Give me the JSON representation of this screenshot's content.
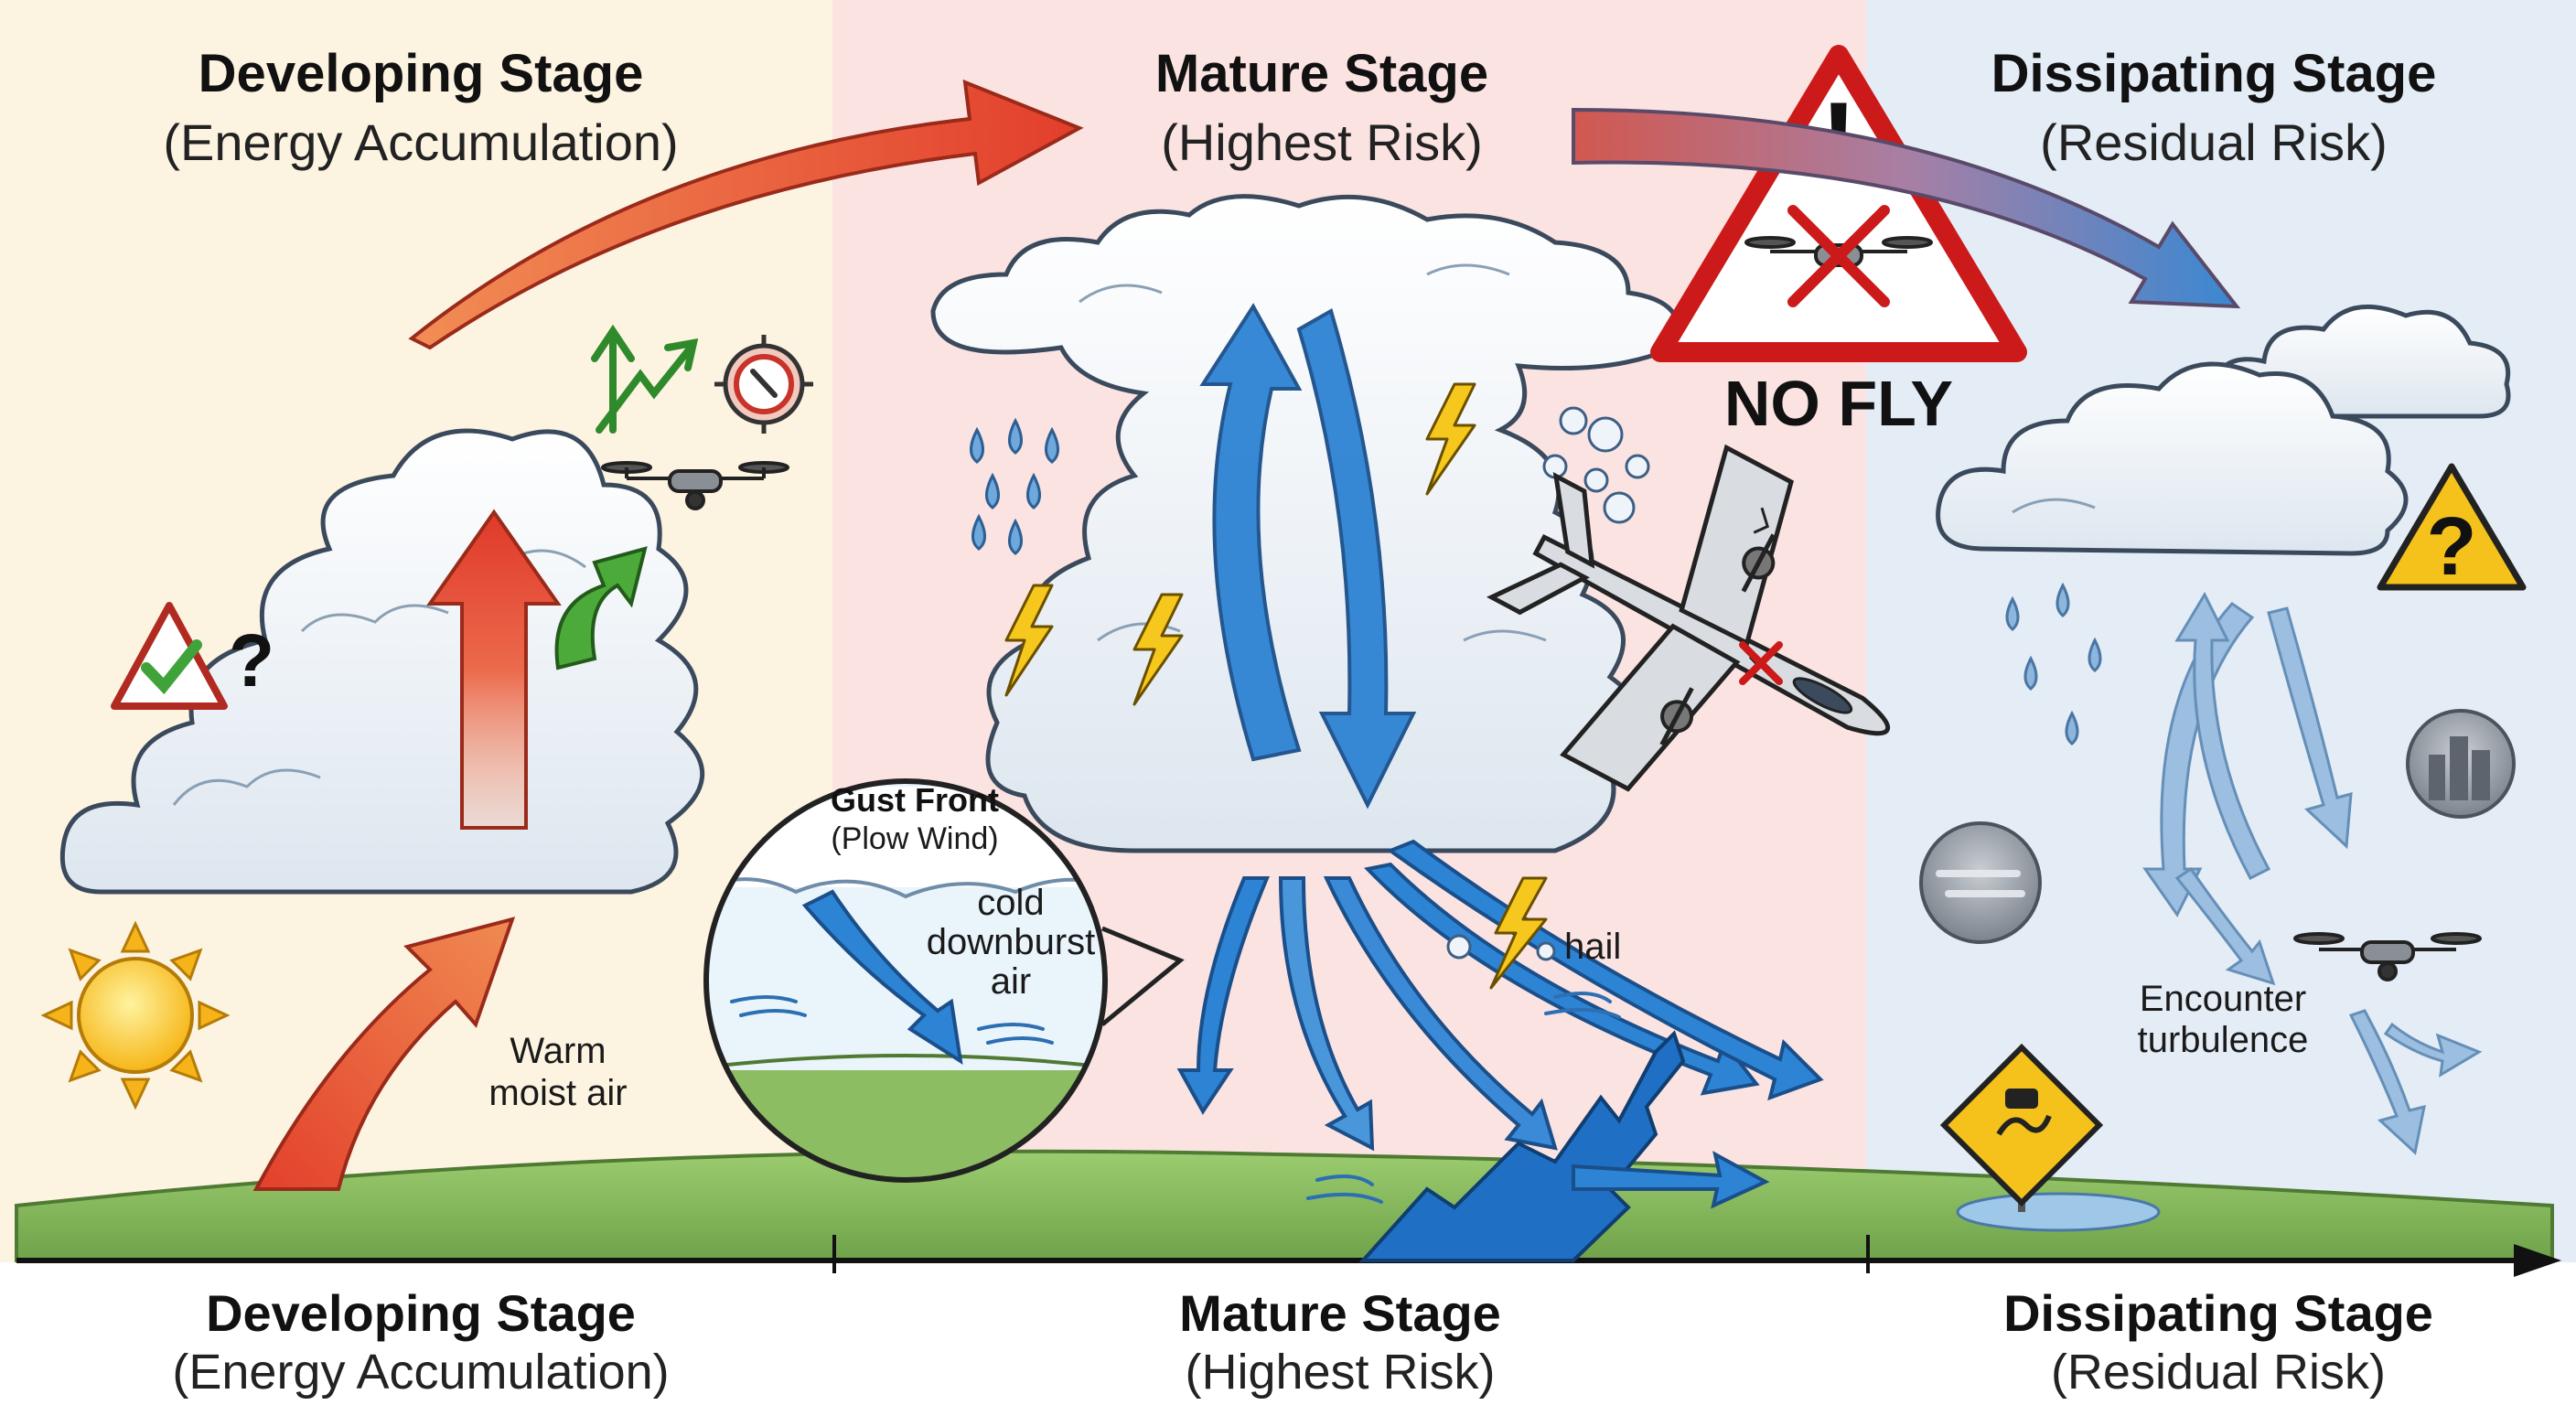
{
  "stages": [
    {
      "title": "Developing Stage",
      "subtitle": "(Energy Accumulation)"
    },
    {
      "title": "Mature Stage",
      "subtitle": "(Highest Risk)"
    },
    {
      "title": "Dissipating Stage",
      "subtitle": "(Residual Risk)"
    }
  ],
  "labels": {
    "warm_air": [
      "Warm",
      "moist air"
    ],
    "gust_front_title": "Gust Front",
    "gust_front_sub": "(Plow Wind)",
    "cold_air": [
      "cold",
      "downburst",
      "air"
    ],
    "hail": "hail",
    "no_fly": "NO FLY",
    "encounter": [
      "Encounter",
      "turbulence"
    ]
  },
  "glyphs": {
    "warning_exclamation": "!",
    "question": "?"
  },
  "colors": {
    "developing_bg": "#fdf3e1",
    "mature_bg": "#fbe3e2",
    "dissipating_bg": "#e4ecf6",
    "warm_arrow": "#e0452f",
    "downdraft": "#1f74c9",
    "no_fly_red": "#cc1a1a",
    "ground": "#8cbd62"
  },
  "icons": [
    "sun-icon",
    "check-warning-icon",
    "drone-icon",
    "target-gauge-icon",
    "growth-arrows-icon",
    "lightning-icon",
    "raindrop-icon",
    "hail-icon",
    "airplane-icon",
    "no-fly-warning-icon",
    "question-warning-icon",
    "city-fog-icon",
    "fog-icon",
    "slippery-road-icon"
  ]
}
